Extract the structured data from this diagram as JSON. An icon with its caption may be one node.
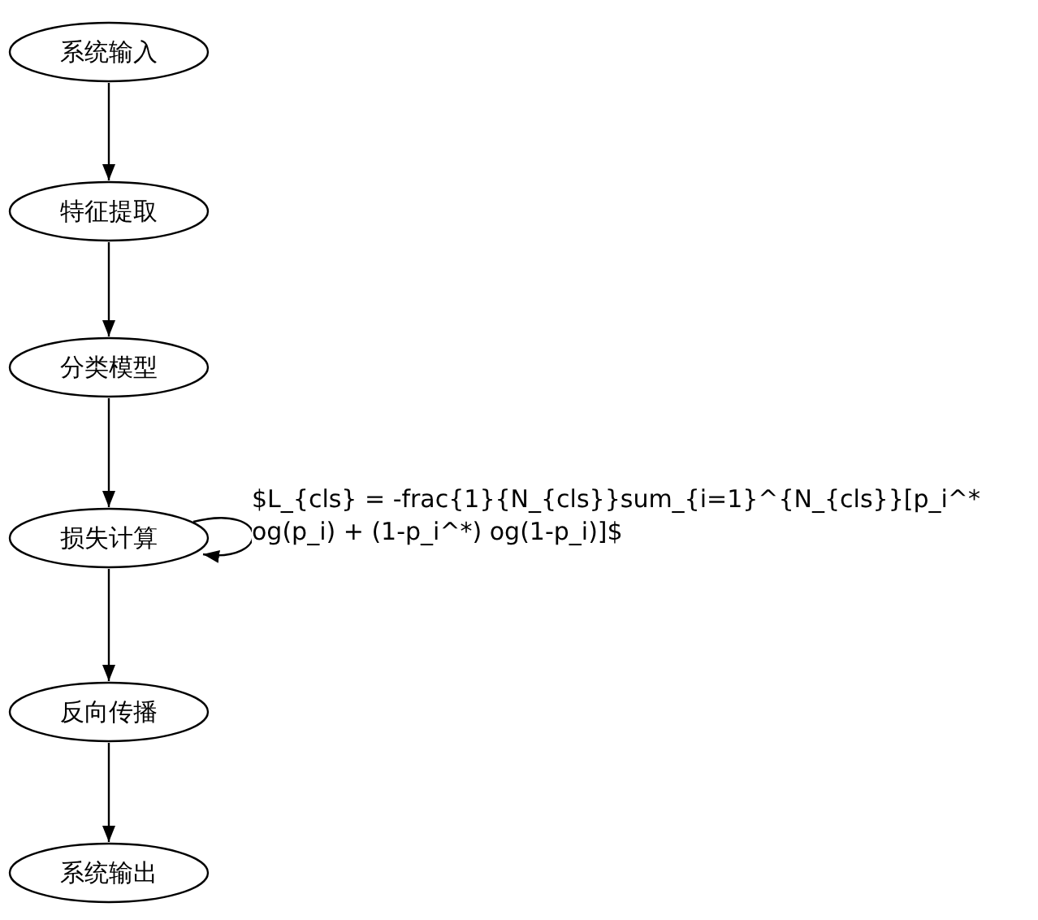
{
  "diagram": {
    "nodes": [
      {
        "text": [
          "系统输入"
        ]
      },
      {
        "text": [
          "特征提取"
        ]
      },
      {
        "text": [
          "分类模型"
        ]
      },
      {
        "text": [
          "损失计算"
        ]
      },
      {
        "text": [
          "反向传播"
        ]
      },
      {
        "text": [
          "系统输出"
        ]
      }
    ],
    "edges": [
      {
        "from": 0,
        "to": 1,
        "arrow": "to"
      },
      {
        "from": 1,
        "to": 2,
        "arrow": "to"
      },
      {
        "from": 2,
        "to": 3,
        "arrow": "to"
      },
      {
        "from": 3,
        "to": 3,
        "arrow": "to",
        "label": "$L_{cls} = -frac{1}{N_{cls}}sum_{i=1}^{N_{cls}}[p_i^* og(p_i) + (1-p_i^*) og(1-p_i)]$"
      },
      {
        "from": 3,
        "to": 4,
        "arrow": "to"
      },
      {
        "from": 4,
        "to": 5,
        "arrow": "to"
      }
    ]
  }
}
